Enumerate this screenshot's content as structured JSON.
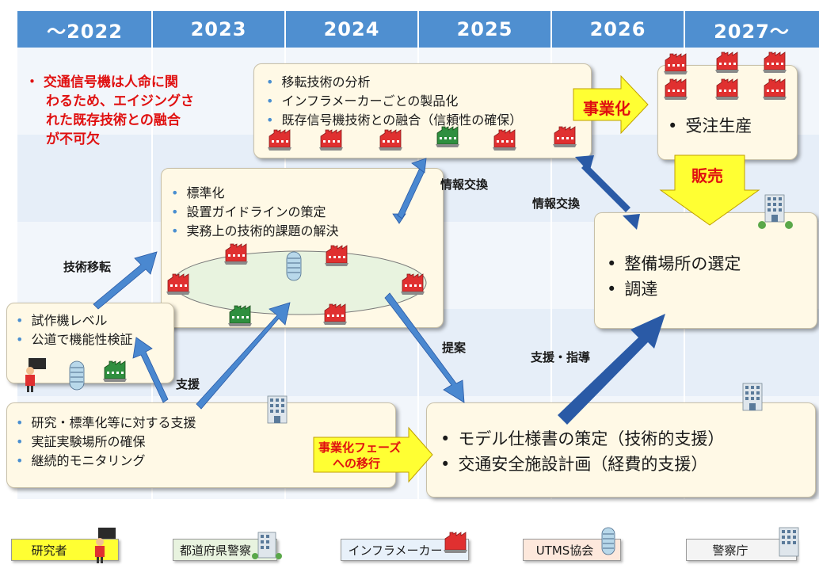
{
  "timeline": [
    "～2022",
    "2023",
    "2024",
    "2025",
    "2026",
    "2027～"
  ],
  "note": [
    "・ 交通信号機は人命に関",
    "わるため、エイジングさ",
    "れた既存技術との融合",
    "が不可欠"
  ],
  "box_top": [
    "移転技術の分析",
    "インフラメーカーごとの製品化",
    "既存信号機技術との融合（信頼性の確保）"
  ],
  "box_production": [
    "受注生産"
  ],
  "box_standard": [
    "標準化",
    "設置ガイドラインの策定",
    "実務上の技術的課題の解決"
  ],
  "box_prototype": [
    "試作機レベル",
    "公道で機能性検証"
  ],
  "box_support": [
    "研究・標準化等に対する支援",
    "実証実験場所の確保",
    "継続的モニタリング"
  ],
  "box_model": [
    "モデル仕様書の策定（技術的支援）",
    "交通安全施設計画（経費的支援）"
  ],
  "box_site": [
    "整備場所の選定",
    "調達"
  ],
  "labels": {
    "tech_transfer": "技術移転",
    "support": "支援",
    "info1": "情報交換",
    "info2": "情報交換",
    "proposal": "提案",
    "guidance": "支援・指導"
  },
  "callouts": {
    "commercialize": "事業化",
    "sales": "販売",
    "phase1": "事業化フェーズ",
    "phase2": "への移行"
  },
  "legend": [
    "研究者",
    "都道府県警察",
    "インフラメーカー",
    "UTMS協会",
    "警察庁"
  ],
  "colors": {
    "header": "#4f8fd0",
    "arrow": "#4a88d0",
    "arrow_dark": "#2a5aa6",
    "callout": "#ffff33",
    "callout_text": "#e01010",
    "factory": "#e03030",
    "factory_green": "#2f8f3f"
  }
}
